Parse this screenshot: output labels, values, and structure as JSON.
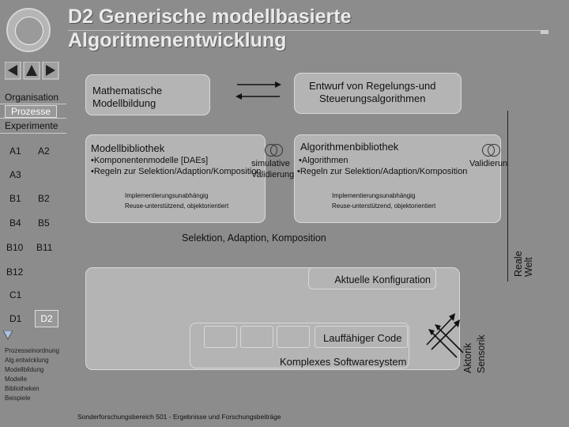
{
  "title": {
    "line1": "D2 Generische modellbasierte",
    "line2": "Algoritmenentwicklung"
  },
  "sidebar": {
    "nav_links": [
      "Organisation",
      "Prozesse",
      "Experimente"
    ],
    "items": [
      "A1",
      "A2",
      "A3",
      "B1",
      "B2",
      "B4",
      "B5",
      "B10",
      "B11",
      "B12",
      "C1",
      "D1",
      "D2"
    ],
    "sub_links": [
      "Prozesseinordnung",
      "Alg.entwicklung",
      "Modellbildung",
      "Modelle",
      "Bibliotheken",
      "Beispiele"
    ]
  },
  "diagram": {
    "math_model": [
      "Mathematische",
      "Modellbildung"
    ],
    "controller_design": [
      "Entwurf von Regelungs-und",
      "Steuerungsalgorithmen"
    ],
    "model_lib": {
      "title": "Modellbibliothek",
      "bullet1": "•Komponentenmodelle [DAEs]",
      "bullet2": "•Regeln zur Selektion/Adaption/Komposition",
      "note1": "Implementierungsunabhängig",
      "note2": "Reuse-unterstützend, objektorientiert"
    },
    "algo_lib": {
      "title": "Algorithmenbibliothek",
      "bullet1": "•Algorithmen",
      "bullet2": "•Regeln zur Selektion/Adaption/Komposition",
      "note1": "Implementierungsunabhängig",
      "note2": "Reuse-unterstützend, objektorientiert"
    },
    "simulative": "simulative",
    "validierung": "Validierung",
    "validierung_cut": "Validierun",
    "selection": "Selektion, Adaption, Komposition",
    "current_config": "Aktuelle Konfiguration",
    "executable_code": "Lauffähiger Code",
    "software_system": "Komplexes Softwaresystem",
    "actuators": "Aktorik",
    "sensors": "Sensorik",
    "real_world": [
      "Reale",
      "Welt"
    ]
  },
  "footer": "Sonderforschungsbereich 501 - Ergebnisse und Forschungsbeiträge",
  "colors": {
    "background": "#8c8c8c",
    "box": "#b4b4b4",
    "title": "#eaeaea"
  }
}
